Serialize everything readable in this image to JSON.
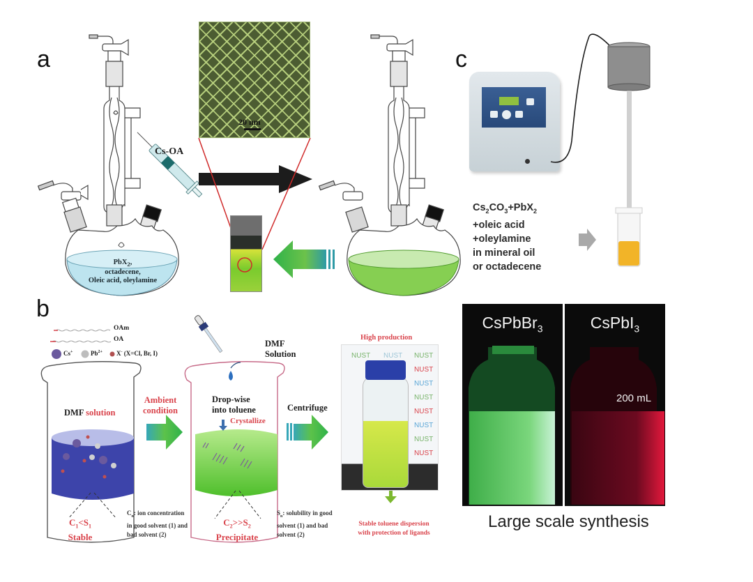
{
  "figure": {
    "panels": {
      "a": {
        "label": "a",
        "tem_scale_bar": "20 nm",
        "syringe_label": "Cs-OA",
        "flask_contents": {
          "line1": "PbX",
          "line1_sub": "2",
          "line1_suffix": ",",
          "line2": "octadecene,",
          "line3": "Oleic acid, oleylamine"
        },
        "colors": {
          "flask_liquid_left": "#bfe3ee",
          "flask_liquid_right": "#8fd35a",
          "arrow": "#1c1c1c",
          "zoom_lines": "#d02a2a"
        }
      },
      "b": {
        "label": "b",
        "legend": {
          "oam": "OAm",
          "oa": "OA",
          "cs": "Cs",
          "cs_sup": "+",
          "pb": "Pb",
          "pb_sup": "2+",
          "x": "X",
          "x_sup": "-",
          "x_note": "(X=Cl, Br, I)"
        },
        "beaker1": {
          "label_dark": "DMF",
          "label_red": "solution"
        },
        "step1": {
          "line1": "Ambient",
          "line2": "condition"
        },
        "dropper_label": {
          "line1": "DMF",
          "line2": "Solution"
        },
        "beaker2": {
          "line1": "Drop-wise",
          "line2": "into toluene",
          "crystallize": "Crystallize"
        },
        "step2": "Centrifuge",
        "high_production": "High production",
        "nust_labels": [
          "NUST",
          "NUST",
          "NUST",
          "NUST",
          "NUST",
          "NUST",
          "NUST",
          "NUST",
          "NUST",
          "NUST"
        ],
        "cond1": {
          "c": "C",
          "sub1": "1",
          "op": "<S",
          "sub2": "1",
          "state": "Stable"
        },
        "cond2": {
          "c": "C",
          "sub1": "2",
          "op": ">>S",
          "sub2": "2",
          "state": "Precipitate"
        },
        "note_c": {
          "line1": "C",
          "line1_sub": "n",
          "line1_rest": ": ion concentration",
          "line2": "in good solvent (1) and",
          "line3": "bad solvent (2)"
        },
        "note_s": {
          "line1": "S",
          "line1_sub": "n",
          "line1_rest": ": solubility in good",
          "line2": "solvent (1) and bad",
          "line3": "solvent (2)"
        },
        "result": {
          "line1": "Stable toluene dispersion",
          "line2": "with protection of ligands"
        },
        "colors": {
          "red_text": "#d9434b",
          "beaker1_liquid": "#3b43a6",
          "beaker2_liquid": "#6fd13a",
          "arrow_green": "#3cb043"
        }
      },
      "c": {
        "label": "c",
        "reagents": {
          "line1_parts": [
            "Cs",
            "2",
            "CO",
            "3",
            "+PbX",
            "2"
          ],
          "line2": "+oleic acid",
          "line3": "+oleylamine",
          "line4": "in mineral oil",
          "line5": "or octadecene"
        },
        "colors": {
          "vial_liquid": "#f2b428",
          "pump_panel": "#2f5488"
        }
      },
      "large_scale": {
        "left_title": "CsPbBr",
        "left_sub": "3",
        "right_title": "CsPbI",
        "right_sub": "3",
        "volume": "200 mL",
        "caption": "Large scale synthesis",
        "colors": {
          "green_glow": "#4fd15a",
          "red_glow": "#d3183a"
        }
      }
    }
  }
}
